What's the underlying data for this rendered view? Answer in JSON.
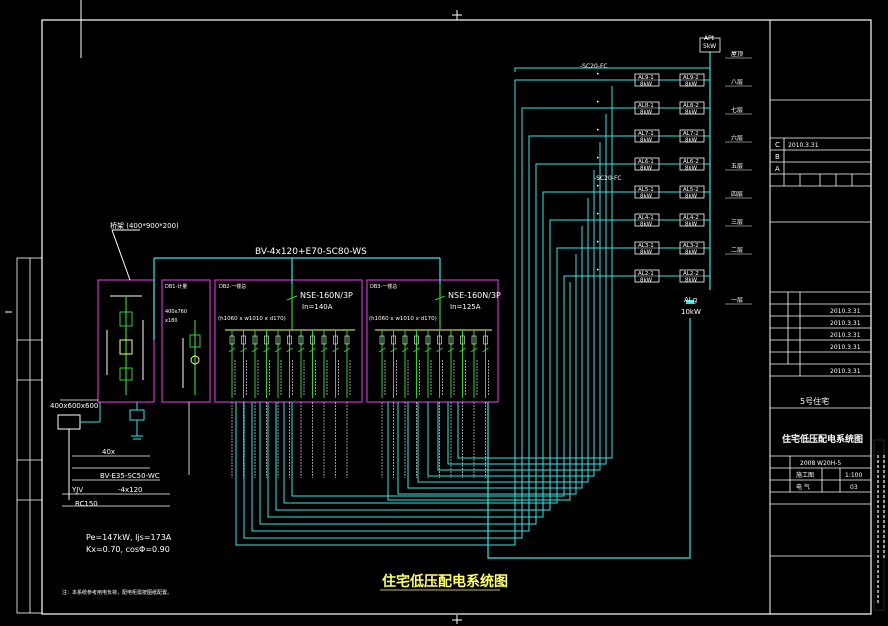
{
  "colors": {
    "background": "#000000",
    "frame": "#ffffff",
    "bus": "#33e5e5",
    "cabinet": "#cc33cc",
    "breaker": "#33cc33",
    "label": "#ffffff",
    "accent_yellow": "#ffff66"
  },
  "drawing": {
    "main_title": "住宅低压配电系统图",
    "note": "注：本系统参考用电负荷，配电柜需按图纸配置。"
  },
  "feeder_main": {
    "label": "BV-4x120+E70-SC80-WS",
    "cable_tray_label": "桥架 (400*900*200)"
  },
  "incoming": {
    "box_label": "400x600x600",
    "cable_1_a": "40x",
    "cable_1_b": "BV-E35-SC50-WC",
    "cable_2_a": "YJV",
    "cable_2_b": "-4x120",
    "rc_label": "RC150"
  },
  "load_summary": {
    "line1": "Pe=147kW, Ijs=173A",
    "line2": "Kx=0.70, cosΦ=0.90"
  },
  "cabinets": [
    {
      "name": "DB1-计量",
      "sub": "400x760",
      "extra": "x180"
    },
    {
      "name": "DB2-一楼总",
      "breaker": "NSE-160N/3P",
      "rating": "In=140A",
      "dims": "(h1060 x w1010 x d170)"
    },
    {
      "name": "DB3-一楼总",
      "breaker": "NSE-160N/3P",
      "rating": "In=125A",
      "dims": "(h1060 x w1010 x d170)"
    }
  ],
  "distribution": {
    "top_label": "APt",
    "top_power": "5kW",
    "conduit_labels": [
      "-SC20-FC",
      "-SC20-FC"
    ],
    "boxes": [
      {
        "left": "AL9-1",
        "right": "AL9-2",
        "power": "8kW"
      },
      {
        "left": "AL8-1",
        "right": "AL8-2",
        "power": "8kW"
      },
      {
        "left": "AL7-1",
        "right": "AL7-2",
        "power": "8kW"
      },
      {
        "left": "AL6-1",
        "right": "AL6-2",
        "power": "8kW"
      },
      {
        "left": "AL5-1",
        "right": "AL5-2",
        "power": "8kW"
      },
      {
        "left": "AL4-1",
        "right": "AL4-2",
        "power": "8kW"
      },
      {
        "left": "AL3-1",
        "right": "AL3-2",
        "power": "8kW"
      },
      {
        "left": "AL2-1",
        "right": "AL2-2",
        "power": "8kW"
      }
    ],
    "alg_label": "ALg",
    "alg_power": "10kW",
    "floor_labels": [
      "屋顶",
      "八层",
      "七层",
      "六层",
      "五层",
      "四层",
      "三层",
      "二层",
      "一层"
    ]
  },
  "title_block": {
    "revisions": [
      {
        "mark": "C",
        "date": "2010.3.31"
      },
      {
        "mark": "B",
        "date": ""
      },
      {
        "mark": "A",
        "date": ""
      }
    ],
    "signoffs": [
      "2010.3.31",
      "2010.3.31",
      "2010.3.31",
      "2010.3.31",
      "2010.3.31"
    ],
    "project": "5号住宅",
    "drawing_title": "住宅低压配电系统图",
    "drawing_no": "2008 W20H-5",
    "stage": "施工图",
    "scale": "1:100",
    "sheet": "03",
    "discipline": "电 气"
  }
}
